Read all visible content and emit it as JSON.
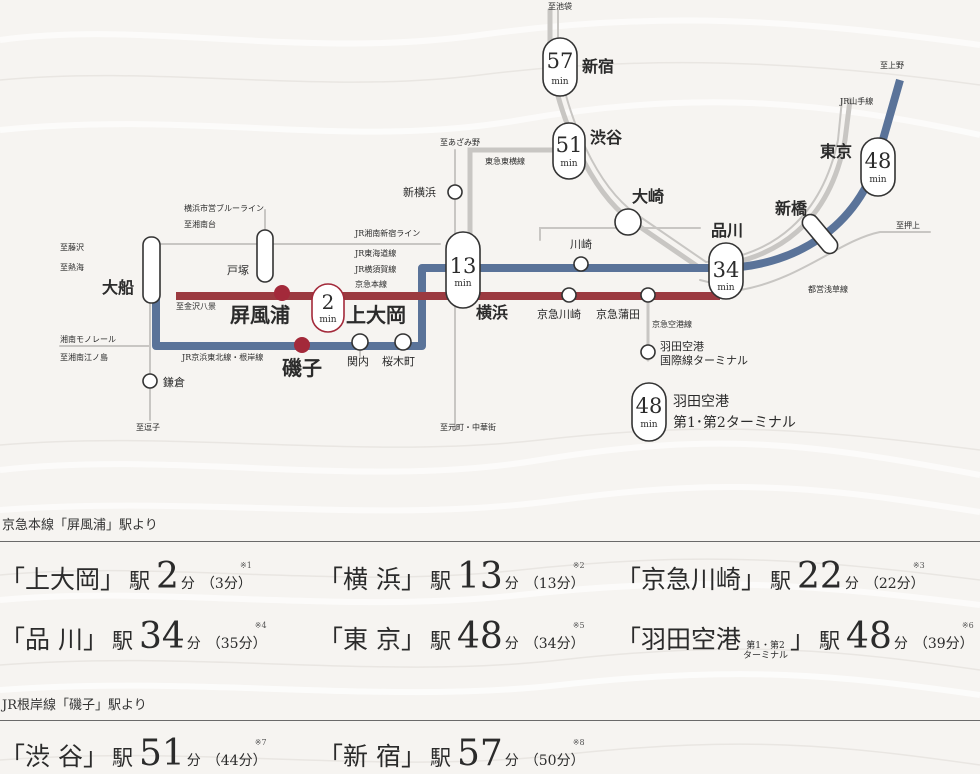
{
  "colors": {
    "jr_line": "#5a7399",
    "keikyu_line": "#9b3a40",
    "other_line": "#c8c6c3",
    "station_red": "#a3293a",
    "background": "#f6f4f1"
  },
  "map": {
    "directions": {
      "ikebukuro": "至池袋",
      "ueno": "至上野",
      "azamino": "至あざみ野",
      "oshiage": "至押上",
      "fujisawa": "至藤沢",
      "atami": "至熱海",
      "shonandai": "至湘南台",
      "kanazawa_hakkei": "至金沢八景",
      "shonan_enoshima": "至湘南江ノ島",
      "zushi": "至逗子",
      "motomachi": "至元町・中華街"
    },
    "line_labels": {
      "jr_yamanote": "JR山手線",
      "tokyu_toyoko": "東急東横線",
      "blue_line": "横浜市営ブルーライン",
      "shonan_shinjuku": "JR湘南新宿ライン",
      "tokaido": "JR東海道線",
      "yokosuka": "JR横須賀線",
      "keikyu_main": "京急本線",
      "shonan_monorail": "湘南モノレール",
      "keihin_negishi": "JR京浜東北線・根岸線",
      "toei_asakusa": "都営浅草線",
      "keikyu_airport": "京急空港線"
    },
    "stations": {
      "shinjuku": "新宿",
      "shibuya": "渋谷",
      "osaki": "大崎",
      "tokyo": "東京",
      "shimbashi": "新橋",
      "shinagawa": "品川",
      "kawasaki": "川崎",
      "shin_yokohama": "新横浜",
      "yokohama": "横浜",
      "keikyu_kawasaki": "京急川崎",
      "keikyu_kamata": "京急蒲田",
      "totsuka": "戸塚",
      "ofuna": "大船",
      "byobugaura": "屏風浦",
      "kamiooka": "上大岡",
      "isogo": "磯子",
      "kannai": "関内",
      "sakuragicho": "桜木町",
      "kamakura": "鎌倉",
      "haneda_intl": [
        "羽田空港",
        "国際線ターミナル"
      ],
      "haneda_t12": [
        "羽田空港",
        "第1･第2ターミナル"
      ]
    },
    "times": {
      "shinjuku": "57",
      "shibuya": "51",
      "tokyo": "48",
      "shinagawa": "34",
      "yokohama": "13",
      "kamiooka": "2",
      "haneda": "48",
      "unit": "min"
    }
  },
  "section1": {
    "title": "京急本線「屏風浦」駅より",
    "routes": [
      {
        "station": "「上大岡」",
        "eki": "駅",
        "minutes": "2",
        "fun": "分",
        "alt": "（3分）",
        "note": "※1"
      },
      {
        "station": "「横 浜」",
        "eki": "駅",
        "minutes": "13",
        "fun": "分",
        "alt": "（13分）",
        "note": "※2"
      },
      {
        "station": "「京急川崎」",
        "eki": "駅",
        "minutes": "22",
        "fun": "分",
        "alt": "（22分）",
        "note": "※3"
      },
      {
        "station": "「品 川」",
        "eki": "駅",
        "minutes": "34",
        "fun": "分",
        "alt": "（35分）",
        "note": "※4"
      },
      {
        "station": "「東 京」",
        "eki": "駅",
        "minutes": "48",
        "fun": "分",
        "alt": "（34分）",
        "note": "※5"
      },
      {
        "station_pre": "「羽田空港",
        "station_small": [
          "第1・第2",
          "ターミナル"
        ],
        "station_post": "」",
        "eki": "駅",
        "minutes": "48",
        "fun": "分",
        "alt": "（39分）",
        "note": "※6"
      }
    ]
  },
  "section2": {
    "title": "JR根岸線「磯子」駅より",
    "routes": [
      {
        "station": "「渋 谷」",
        "eki": "駅",
        "minutes": "51",
        "fun": "分",
        "alt": "（44分）",
        "note": "※7"
      },
      {
        "station": "「新 宿」",
        "eki": "駅",
        "minutes": "57",
        "fun": "分",
        "alt": "（50分）",
        "note": "※8"
      }
    ]
  }
}
